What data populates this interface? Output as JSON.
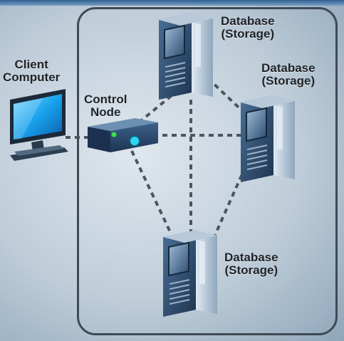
{
  "nodes": {
    "client": {
      "label_line1": "Client",
      "label_line2": "Computer"
    },
    "control": {
      "label_line1": "Control",
      "label_line2": "Node"
    },
    "db_top": {
      "label_line1": "Database",
      "label_line2": "(Storage)"
    },
    "db_right": {
      "label_line1": "Database",
      "label_line2": "(Storage)"
    },
    "db_bottom": {
      "label_line1": "Database",
      "label_line2": "(Storage)"
    }
  },
  "colors": {
    "link": "#4b5560",
    "server_front": "#2e4864",
    "server_side": "#b9c9d9",
    "monitor_screen": "#1aa6f0",
    "device_body": "#27456a",
    "led_green": "#3ee04a",
    "led_cyan": "#2fd6f0"
  }
}
